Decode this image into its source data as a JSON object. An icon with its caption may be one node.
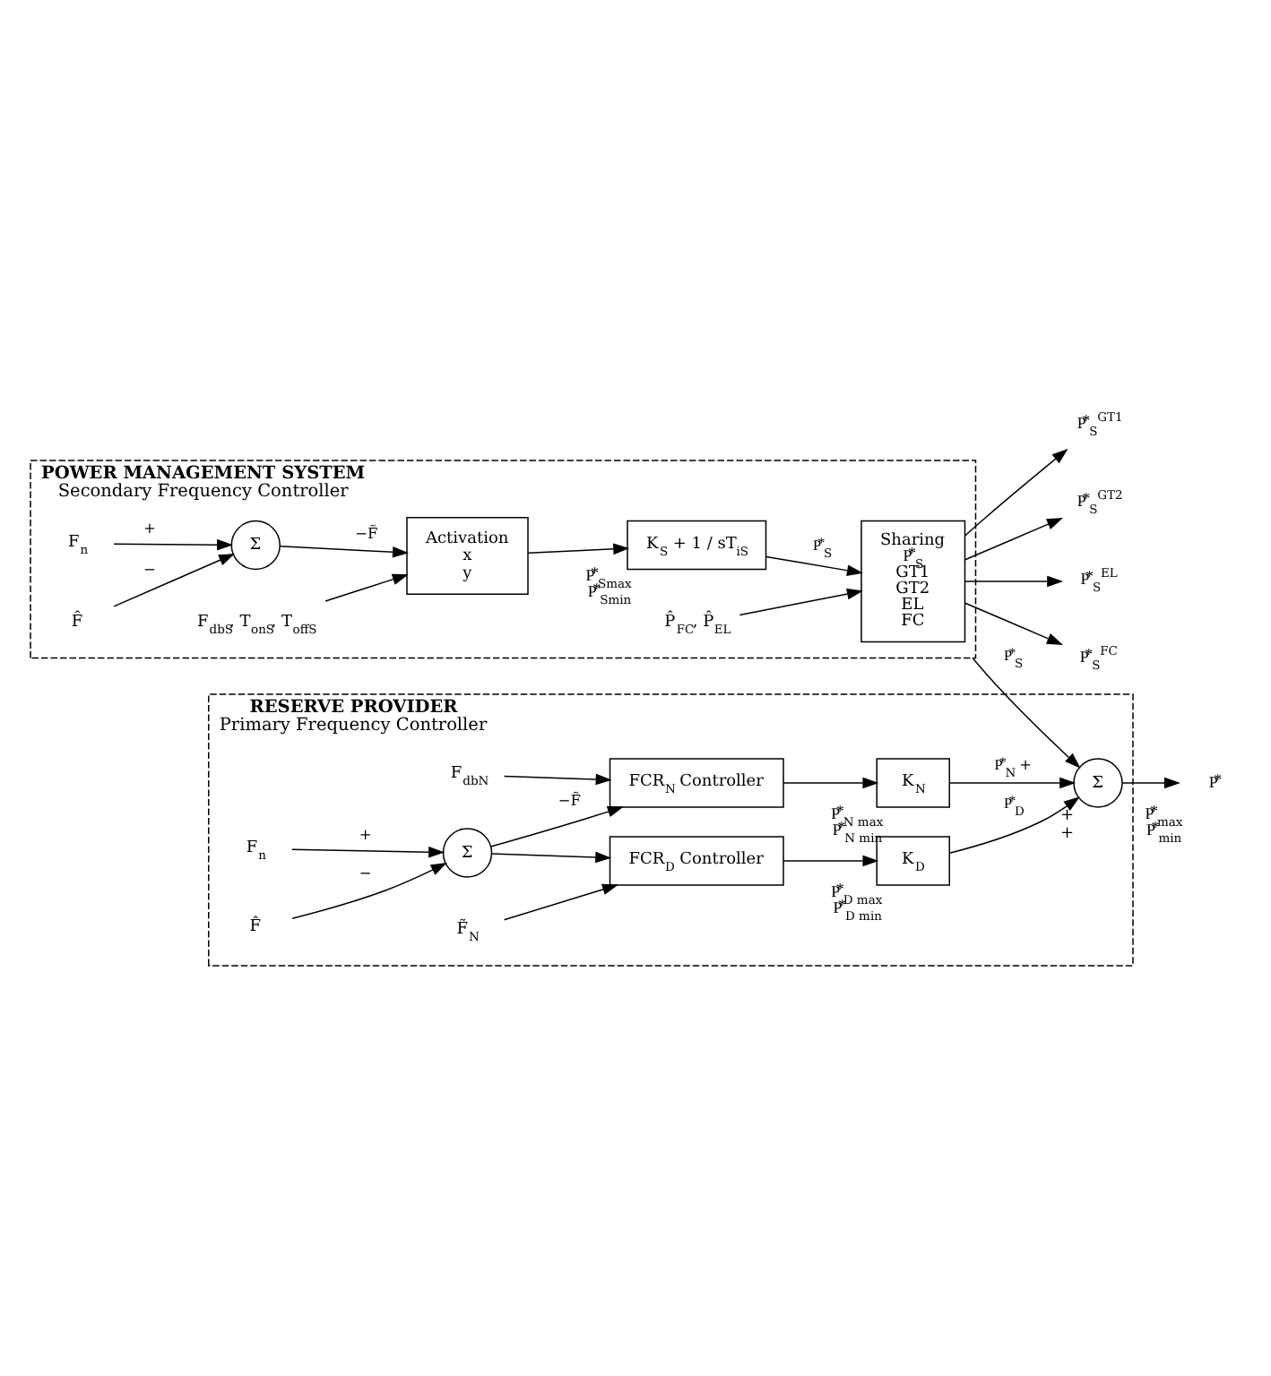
{
  "diagram": {
    "nodes": [
      {
        "text": [
          "POWER MANAGEMENT SYSTEM",
          "Secondary Frequency Controller"
        ]
      },
      {
        "text": [
          "F$_{n}$"
        ],
        "in": 0
      },
      {
        "text": [
          "Σ"
        ],
        "in": 0
      },
      {
        "text": [
          "F̂"
        ],
        "in": 0
      },
      {
        "text": [
          "Activation",
          "x",
          "y"
        ],
        "in": 0
      },
      {
        "text": [
          "F$_{dbS}$, T$_{onS}$, T$_{offS}$"
        ],
        "in": 0
      },
      {
        "text": [
          "K$_{S}$ + 1 / sT$_{iS}$"
        ],
        "beside": [
          "P⃰$_{Smax}$",
          "P⃰$_{Smin}$"
        ],
        "in": 0
      },
      {
        "text": [
          "Sharing",
          "P⃰$_{S}$",
          "GT1",
          "GT2",
          "EL",
          "FC"
        ],
        "in": 0
      },
      {
        "text": [
          "P̂$_{FC}$, P̂$_{EL}$"
        ],
        "in": 0
      },
      {
        "text": [
          "P⃰$_{S}$$^{GT1}$"
        ]
      },
      {
        "text": [
          "P⃰$_{S}$$^{GT2}$"
        ]
      },
      {
        "text": [
          "P⃰$_{S}$$^{EL}$"
        ]
      },
      {
        "text": [
          "P⃰$_{S}$$^{FC}$"
        ]
      },
      {
        "text": [
          "RESERVE PROVIDER",
          "Primary Frequency Controller"
        ]
      },
      {
        "text": [
          "F$_{n}$"
        ],
        "in": 13
      },
      {
        "text": [
          "Σ"
        ],
        "in": 13
      },
      {
        "text": [
          "F̂"
        ],
        "in": 13
      },
      {
        "text": [
          "FCR$_{N}$ Controller"
        ],
        "in": 13
      },
      {
        "text": [
          "F$_{dbN}$"
        ],
        "in": 13
      },
      {
        "text": [
          "K$_{N}$"
        ],
        "beside": [
          "P⃰$_{N max}$",
          "P⃰$_{N min}$"
        ],
        "in": 13
      },
      {
        "text": [
          "Σ"
        ],
        "beside": [
          "+",
          "+"
        ],
        "in": 13
      },
      {
        "text": [
          "FCR$_{D}$ Controller"
        ],
        "in": 13
      },
      {
        "text": [
          "F̃$_{N}$"
        ],
        "in": 13
      },
      {
        "text": [
          "K$_{D}$"
        ],
        "beside": [
          "P⃰$_{D max}$",
          "P⃰$_{D min}$"
        ],
        "in": 13
      },
      {
        "text": [
          "P⃰"
        ],
        "beside": [
          "P⃰$_{max}$",
          "P⃰$_{min}$"
        ]
      }
    ],
    "edges": [
      {
        "from": 1,
        "to": 2,
        "arrow": "to",
        "label": "+"
      },
      {
        "from": 3,
        "to": 2,
        "arrow": "to",
        "label": "−"
      },
      {
        "from": 2,
        "to": 4,
        "arrow": "to",
        "label": "−F̃"
      },
      {
        "from": 5,
        "to": 4,
        "arrow": "to"
      },
      {
        "from": 4,
        "to": 6,
        "arrow": "to"
      },
      {
        "from": 6,
        "to": 7,
        "arrow": "to",
        "label": "P⃰$_{S}$"
      },
      {
        "from": 8,
        "to": 7,
        "arrow": "to"
      },
      {
        "from": 7,
        "to": 9,
        "arrow": "to"
      },
      {
        "from": 7,
        "to": 10,
        "arrow": "to"
      },
      {
        "from": 7,
        "to": 11,
        "arrow": "to"
      },
      {
        "from": 7,
        "to": 12,
        "arrow": "to"
      },
      {
        "from": 0,
        "to": 20,
        "arrow": "to",
        "label": "P⃰$_{S}$"
      },
      {
        "from": 14,
        "to": 15,
        "arrow": "to",
        "label": "+"
      },
      {
        "from": 16,
        "to": 15,
        "arrow": "to",
        "label": "−"
      },
      {
        "from": 15,
        "to": 17,
        "arrow": "to",
        "label": "−F̃"
      },
      {
        "from": 15,
        "to": 21,
        "arrow": "to"
      },
      {
        "from": 18,
        "to": 17,
        "arrow": "to"
      },
      {
        "from": 17,
        "to": 19,
        "arrow": "to"
      },
      {
        "from": 19,
        "to": 20,
        "arrow": "to",
        "label": "P⃰$_{N}$ +"
      },
      {
        "from": 21,
        "to": 23,
        "arrow": "to"
      },
      {
        "from": 22,
        "to": 21,
        "arrow": "to"
      },
      {
        "from": 23,
        "to": 20,
        "arrow": "to",
        "label": "P⃰$_{D}$"
      },
      {
        "from": 20,
        "to": 24,
        "arrow": "to"
      }
    ]
  }
}
